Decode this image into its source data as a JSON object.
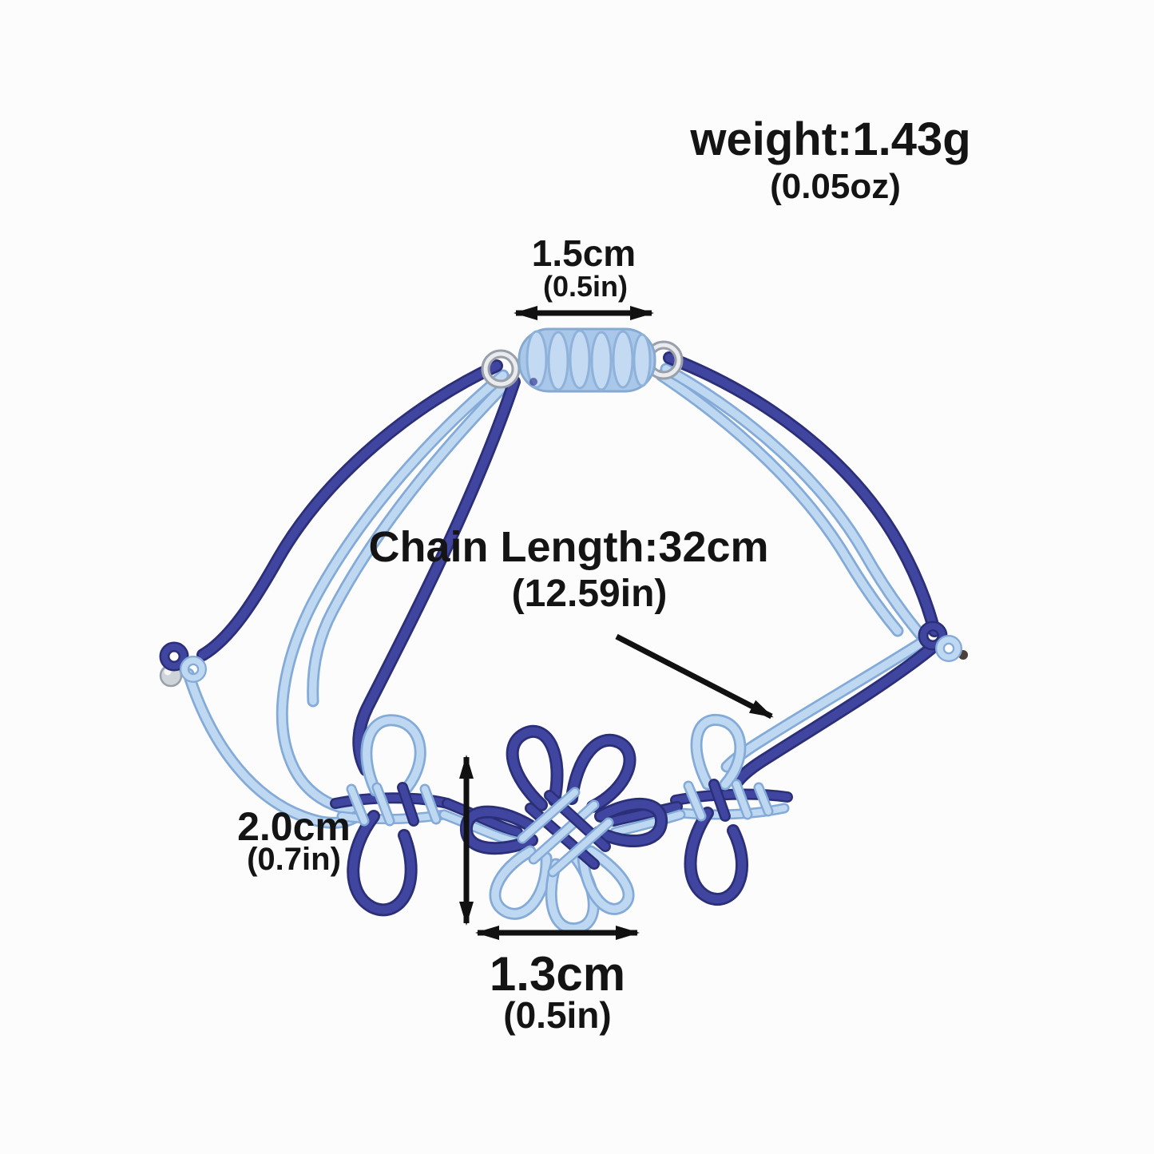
{
  "annotations": {
    "weight": {
      "main": "weight:1.43g",
      "sub": "(0.05oz)"
    },
    "slider_width": {
      "main": "1.5cm",
      "sub": "(0.5in)"
    },
    "chain_length": {
      "main": "Chain Length:32cm",
      "sub": "(12.59in)"
    },
    "knot_height": {
      "main": "2.0cm",
      "sub": "(0.7in)"
    },
    "knot_width": {
      "main": "1.3cm",
      "sub": "(0.5in)"
    }
  },
  "illustration": {
    "components": [
      "slider-barrel-knot",
      "silver-ring-left",
      "silver-ring-right",
      "dark-blue-cord",
      "light-blue-cord",
      "left-clover-knot",
      "center-panchang-knot",
      "right-clover-knot",
      "left-end-knot-with-silver-bead",
      "right-end-knot"
    ]
  },
  "colors": {
    "cord_dark_blue": "#3a3f96",
    "cord_light_blue": "#b9d4ef",
    "silver_hardware": "#c9ccd4",
    "annotation_text": "#141414",
    "background": "#fcfcfd"
  }
}
